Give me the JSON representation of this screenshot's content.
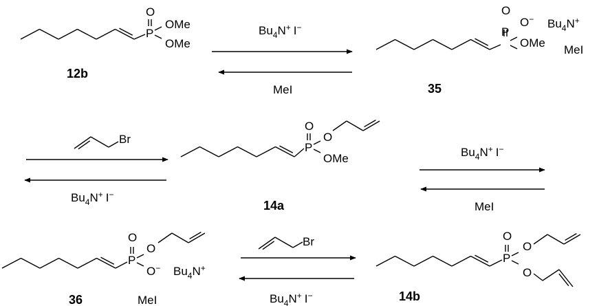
{
  "reagents": {
    "iodide": {
      "bu": "Bu",
      "sub": "4",
      "n": "N",
      "sup": "+",
      "i": "I",
      "minus": "−"
    },
    "mei": "MeI",
    "allyl_br": "Br"
  },
  "atoms": {
    "o": "O",
    "p": "P",
    "ome": "OMe",
    "minus": "−"
  },
  "compounds": {
    "c12b": "12b",
    "c35": "35",
    "c14a": "14a",
    "c36": "36",
    "c14b": "14b"
  }
}
